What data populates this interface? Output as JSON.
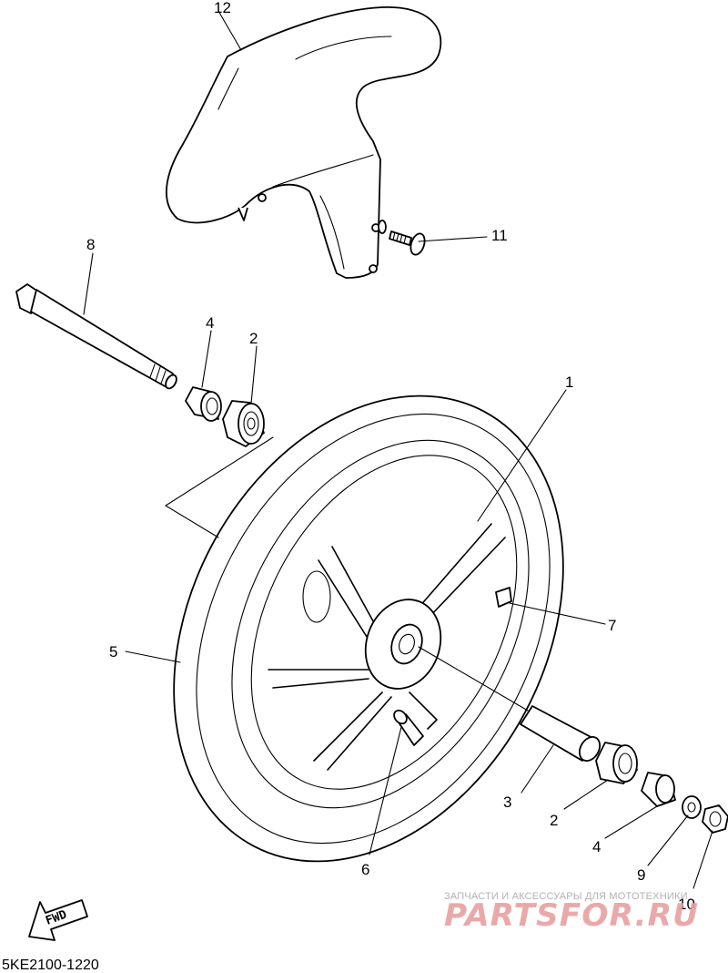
{
  "diagram": {
    "code": "5KE2100-1220",
    "fwd_label": "FWD",
    "callouts": [
      {
        "id": "c1",
        "label": "1"
      },
      {
        "id": "c2a",
        "label": "2"
      },
      {
        "id": "c2b",
        "label": "2"
      },
      {
        "id": "c3",
        "label": "3"
      },
      {
        "id": "c4a",
        "label": "4"
      },
      {
        "id": "c4b",
        "label": "4"
      },
      {
        "id": "c5",
        "label": "5"
      },
      {
        "id": "c6",
        "label": "6"
      },
      {
        "id": "c7",
        "label": "7"
      },
      {
        "id": "c8",
        "label": "8"
      },
      {
        "id": "c9",
        "label": "9"
      },
      {
        "id": "c10",
        "label": "10"
      },
      {
        "id": "c11",
        "label": "11"
      },
      {
        "id": "c12",
        "label": "12"
      }
    ]
  },
  "watermark": {
    "tagline": "ЗАПЧАСТИ И АКСЕССУАРЫ ДЛЯ МОТОТЕХНИКИ",
    "logo": "PARTSFOR.RU",
    "color": "#e8a0a0"
  }
}
